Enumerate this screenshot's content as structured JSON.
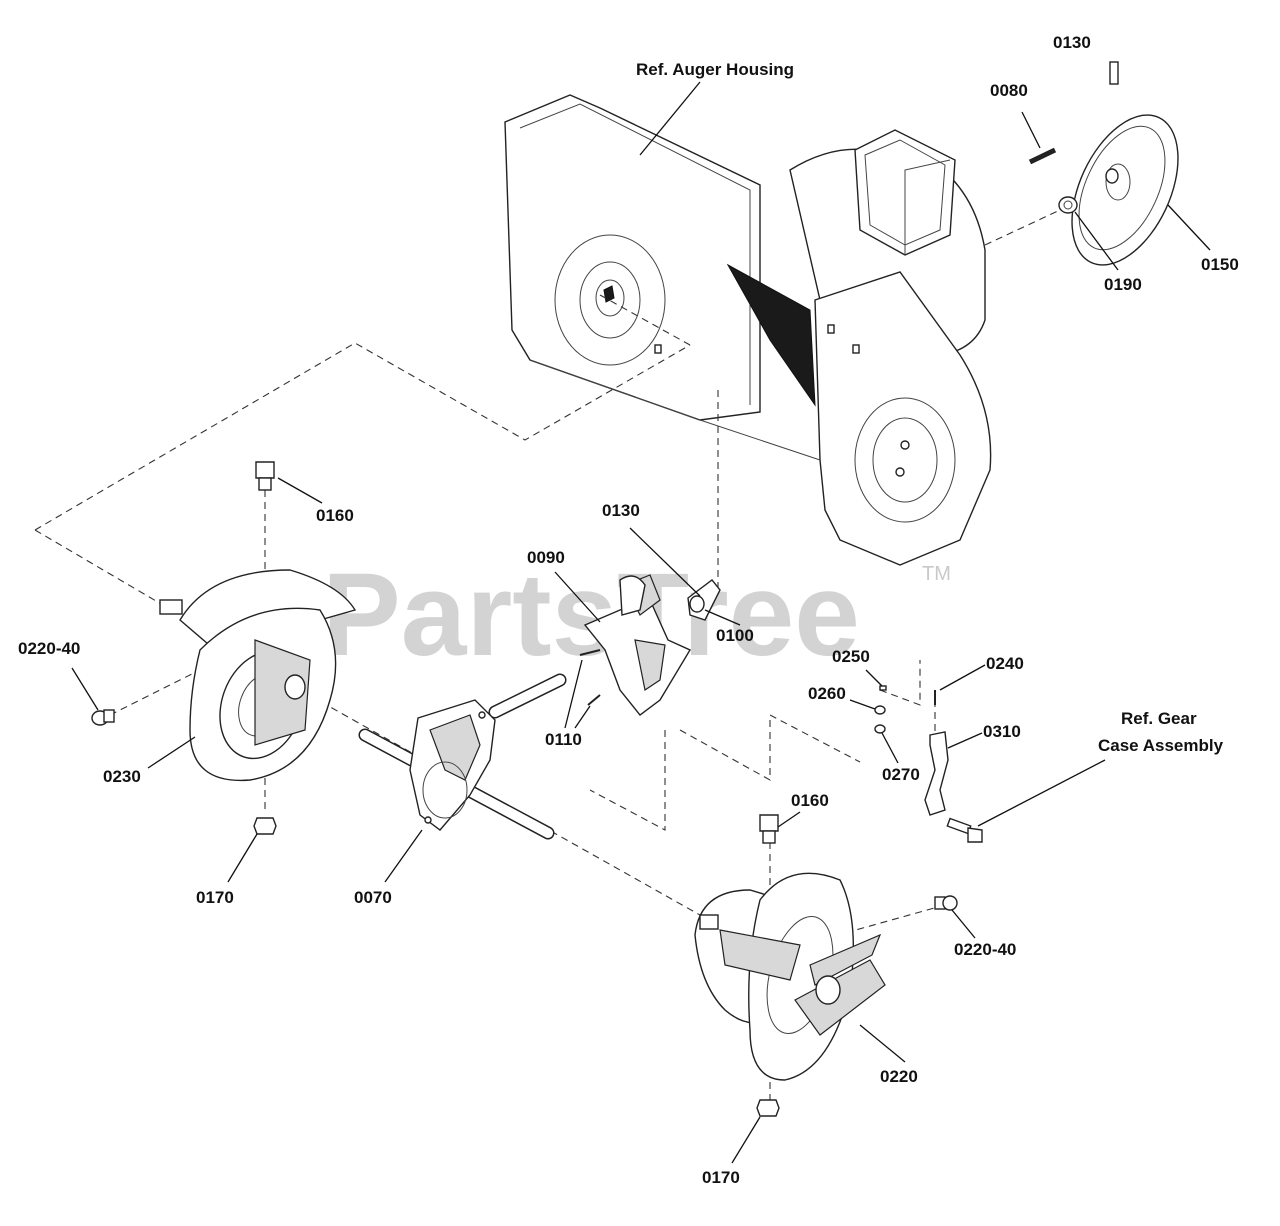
{
  "watermark": {
    "text": "PartsTree",
    "trademark": "TM"
  },
  "callouts": {
    "ref_auger_housing": "Ref. Auger Housing",
    "ref_gear_case_line1": "Ref. Gear",
    "ref_gear_case_line2": "Case Assembly",
    "p0130_top": "0130",
    "p0080": "0080",
    "p0150": "0150",
    "p0190": "0190",
    "p0160_left": "0160",
    "p0130_mid": "0130",
    "p0090": "0090",
    "p0100": "0100",
    "p0220_40_left": "0220-40",
    "p0110": "0110",
    "p0250": "0250",
    "p0240": "0240",
    "p0260": "0260",
    "p0310": "0310",
    "p0270": "0270",
    "p0230": "0230",
    "p0160_right": "0160",
    "p0170_left": "0170",
    "p0070": "0070",
    "p0220_40_right": "0220-40",
    "p0220": "0220",
    "p0170_bottom": "0170"
  },
  "colors": {
    "line": "#222222",
    "watermark": "#c9c9c9",
    "fill_dark": "#1a1a1a"
  }
}
